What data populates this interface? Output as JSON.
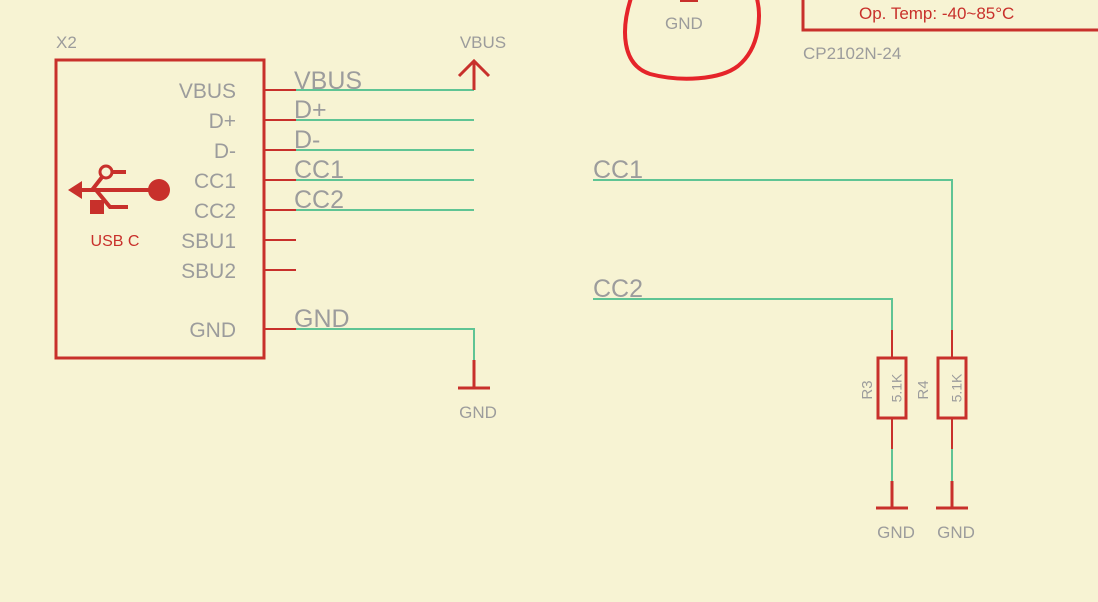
{
  "colors": {
    "background": "#f7f3d3",
    "symbol_red": "#c8302b",
    "wire_green": "#5fc494",
    "label_gray": "#9c9c9c",
    "annotation_red": "#e5242a"
  },
  "connector": {
    "designator": "X2",
    "name": "USB C",
    "icon": "usb-icon",
    "pins": [
      "VBUS",
      "D+",
      "D-",
      "CC1",
      "CC2",
      "SBU1",
      "SBU2",
      "GND"
    ]
  },
  "nets": {
    "vbus": "VBUS",
    "dplus": "D+",
    "dminus": "D-",
    "cc1": "CC1",
    "cc2": "CC2",
    "gnd": "GND"
  },
  "power_symbols": {
    "vbus_label": "VBUS",
    "gnd_label": "GND"
  },
  "top_partial": {
    "gnd_label": "GND",
    "op_temp": "Op. Temp: -40~85°C",
    "part_name": "CP2102N-24"
  },
  "resistors": [
    {
      "ref": "R3",
      "value": "5.1K"
    },
    {
      "ref": "R4",
      "value": "5.1K"
    }
  ]
}
